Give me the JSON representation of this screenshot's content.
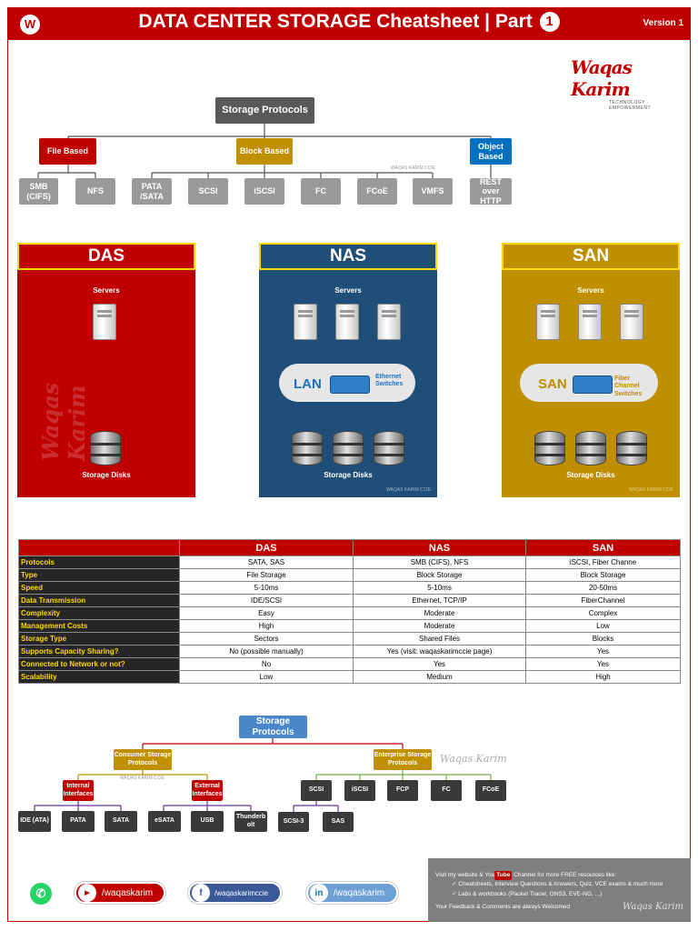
{
  "header": {
    "title": "DATA CENTER STORAGE Cheatsheet | Part",
    "part": "1",
    "version": "Version 1"
  },
  "brand": {
    "name": "Waqas Karim",
    "tagline": "TECHNOLOGY · EMPOWERMENT"
  },
  "watermark": "WAQAS KARIM CCIE",
  "tree1": {
    "root": "Storage Protocols",
    "categories": [
      "File Based",
      "Block Based",
      "Object Based"
    ],
    "leaves": [
      "SMB (CIFS)",
      "NFS",
      "PATA /SATA",
      "SCSI",
      "iSCSI",
      "FC",
      "FCoE",
      "VMFS",
      "REST over HTTP"
    ]
  },
  "panels": {
    "das": {
      "title": "DAS",
      "servers": "Servers",
      "disks": "Storage Disks"
    },
    "nas": {
      "title": "NAS",
      "servers": "Servers",
      "disks": "Storage Disks",
      "cloud": "LAN",
      "switch": "Ethernet Switches"
    },
    "san": {
      "title": "SAN",
      "servers": "Servers",
      "disks": "Storage Disks",
      "cloud": "SAN",
      "switch": "Fiber Channel Switches"
    }
  },
  "table": {
    "columns": [
      "DAS",
      "NAS",
      "SAN"
    ],
    "rows": [
      {
        "label": "Protocols",
        "das": "SATA, SAS",
        "nas": "SMB (CIFS), NFS",
        "san": "iSCSI, Fiber Channe"
      },
      {
        "label": "Type",
        "das": "File Storage",
        "nas": "Block Storage",
        "san": "Block Storage"
      },
      {
        "label": "Speed",
        "das": "5-10ms",
        "nas": "5-10ms",
        "san": "20-50ms"
      },
      {
        "label": "Data Transmission",
        "das": "IDE/SCSI",
        "nas": "Ethernet, TCP/IP",
        "san": "FiberChannel"
      },
      {
        "label": "Complexity",
        "das": "Easy",
        "nas": "Moderate",
        "san": "Complex"
      },
      {
        "label": "Management Costs",
        "das": "High",
        "nas": "Moderate",
        "san": "Low"
      },
      {
        "label": "Storage Type",
        "das": "Sectors",
        "nas": "Shared Files",
        "san": "Blocks"
      },
      {
        "label": "Supports Capacity Sharing?",
        "das": "No (possible manually)",
        "nas": "Yes (visit: waqaskarimccie page)",
        "san": "Yes"
      },
      {
        "label": "Connected to Network or not?",
        "das": "No",
        "nas": "Yes",
        "san": "Yes"
      },
      {
        "label": "Scalability",
        "das": "Low",
        "nas": "Medium",
        "san": "High"
      }
    ]
  },
  "tree2": {
    "root": "Storage Protocols",
    "consumer": "Consumer Storage Protocols",
    "enterprise": "Enterprise Storage Protocols",
    "internal": "Internal Interfaces",
    "external": "External Interfaces",
    "internal_items": [
      "IDE (ATA)",
      "PATA",
      "SATA"
    ],
    "external_items": [
      "eSATA",
      "USB",
      "Thunderb olt"
    ],
    "enterprise_items": [
      "SCSI",
      "iSCSI",
      "FCP",
      "FC",
      "FCoE"
    ],
    "scsi_items": [
      "SCSI-3",
      "SAS"
    ]
  },
  "social": {
    "youtube": "/waqaskarim",
    "facebook": "/waqaskarimccie",
    "linkedin": "/waqaskarim"
  },
  "footer": {
    "line1a": "Visit my website & You",
    "yt": "Tube",
    "line1b": "Channel for more FREE resources like:",
    "bullet1": "Cheatsheets, Interview Questions & Answers, Quiz, VCE exams & much more",
    "bullet2": "Labs & workbooks (Packet Tracer, GNS3, EVE-NG, ...)",
    "line2": "Your Feedback & Comments are always Welcomed",
    "sig": "Waqas Karim"
  }
}
